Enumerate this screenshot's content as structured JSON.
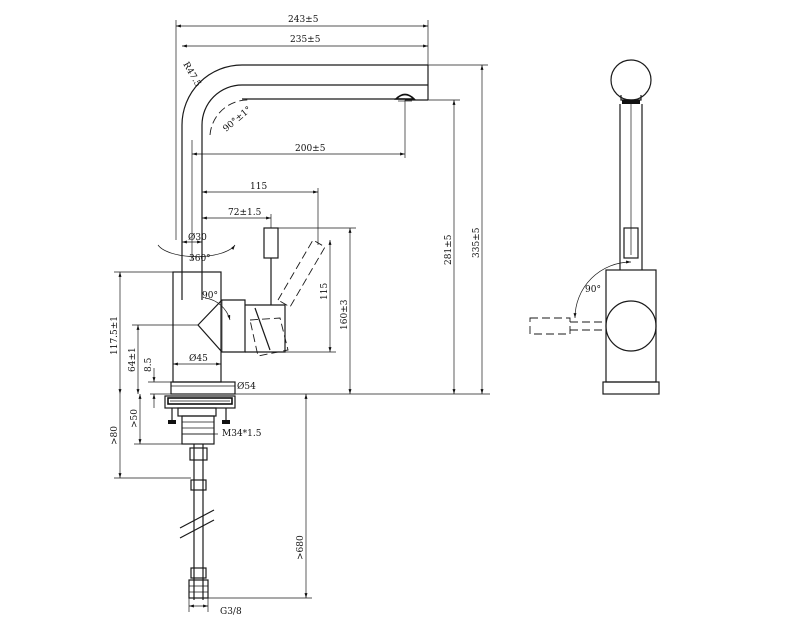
{
  "dimensions": {
    "d243": "243±5",
    "d235": "235±5",
    "d200": "200±5",
    "d115h": "115",
    "d72": "72±1.5",
    "d115v": "115",
    "d160": "160±3",
    "d281": "281±5",
    "d335": "335±5",
    "d117": "117.5±1",
    "d64": "64±1",
    "d8": "8.5",
    "dlt50": ">50",
    "dlt80": ">80",
    "dgt680": ">680"
  },
  "labels": {
    "r47": "R47.5",
    "ang90a": "90°±1°",
    "dia30": "Ø30",
    "rot360": "360°",
    "ang90b": "90°",
    "dia45": "Ø45",
    "dia54": "Ø54",
    "m34": "M34*1.5",
    "g38": "G3/8",
    "ang90side": "90°"
  }
}
